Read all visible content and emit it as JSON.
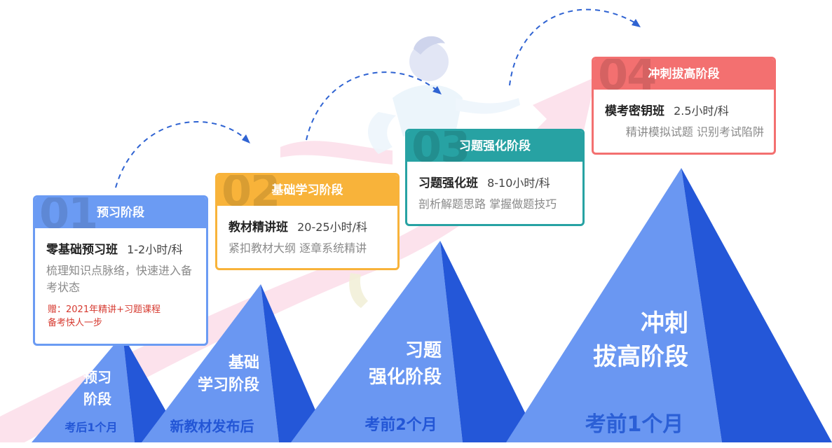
{
  "colors": {
    "pyramid_light": "#6a97f2",
    "pyramid_dark": "#2457d8",
    "timeline_text": "#2356d6",
    "stage1": "#6b9bf3",
    "stage2": "#f8b33a",
    "stage3": "#27a2a3",
    "stage4": "#f37070",
    "bonus_text": "#d63a30",
    "ribbon": "#fbdbe7",
    "arrow": "#2f63d2"
  },
  "decorations": [
    "dashed-arrow-icon",
    "runner-figure-icon",
    "ribbon-arrow-icon"
  ],
  "stages": [
    {
      "number": "01",
      "title": "预习阶段",
      "course": "零基础预习班",
      "hours": "1-2小时/科",
      "desc": "梳理知识点脉络，快速进入备考状态",
      "bonus_line1": "赠：2021年精讲+习题课程",
      "bonus_line2": "备考快人一步",
      "mountain_line1": "预习",
      "mountain_line2": "阶段",
      "timeline": "考后1个月"
    },
    {
      "number": "02",
      "title": "基础学习阶段",
      "course": "教材精讲班",
      "hours": "20-25小时/科",
      "desc": "紧扣教材大纲 逐章系统精讲",
      "mountain_line1": "基础",
      "mountain_line2": "学习阶段",
      "timeline": "新教材发布后"
    },
    {
      "number": "03",
      "title": "习题强化阶段",
      "course": "习题强化班",
      "hours": "8-10小时/科",
      "desc": "剖析解题思路 掌握做题技巧",
      "mountain_line1": "习题",
      "mountain_line2": "强化阶段",
      "timeline": "考前2个月"
    },
    {
      "number": "04",
      "title": "冲刺拔高阶段",
      "course": "模考密钥班",
      "hours": "2.5小时/科",
      "desc": "精讲模拟试题 识别考试陷阱",
      "mountain_line1": "冲刺",
      "mountain_line2": "拔高阶段",
      "timeline": "考前1个月"
    }
  ]
}
